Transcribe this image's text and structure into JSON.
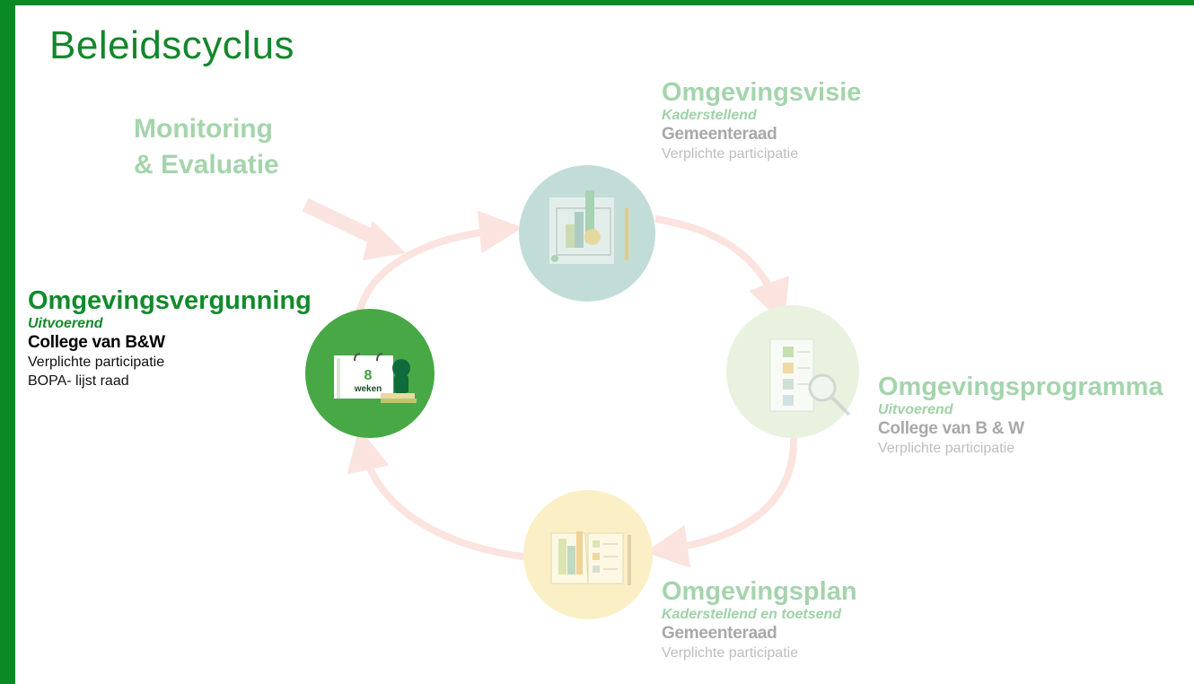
{
  "title": "Beleidscyclus",
  "monitoring": {
    "line1": "Monitoring",
    "line2": "& Evaluatie"
  },
  "stages": {
    "visie": {
      "name": "Omgevingsvisie",
      "role": "Kaderstellend",
      "body": "Gemeenteraad",
      "participation": "Verplichte participatie"
    },
    "programma": {
      "name": "Omgevingsprogramma",
      "role": "Uitvoerend",
      "body": "College van B & W",
      "participation": "Verplichte participatie"
    },
    "plan": {
      "name": "Omgevingsplan",
      "role": "Kaderstellend en toetsend",
      "body": "Gemeenteraad",
      "participation": "Verplichte participatie"
    },
    "vergunning": {
      "name": "Omgevingsvergunning",
      "role": "Uitvoerend",
      "body": "College van B&W",
      "participation": "Verplichte participatie",
      "extra": "BOPA- lijst raad"
    }
  },
  "calendar": {
    "number": "8",
    "unit": "weken"
  },
  "colors": {
    "brand_green": "#0a8a24",
    "visie_circle": "#c2ddd7",
    "programma_circle": "#e8f2df",
    "plan_circle": "#fbefc6",
    "vergunning_circle": "#47a845",
    "arrow": "#fbe3df"
  },
  "icons": [
    "blueprint-icon",
    "checklist-magnifier-icon",
    "open-plan-book-icon",
    "calendar-stamp-icon"
  ]
}
